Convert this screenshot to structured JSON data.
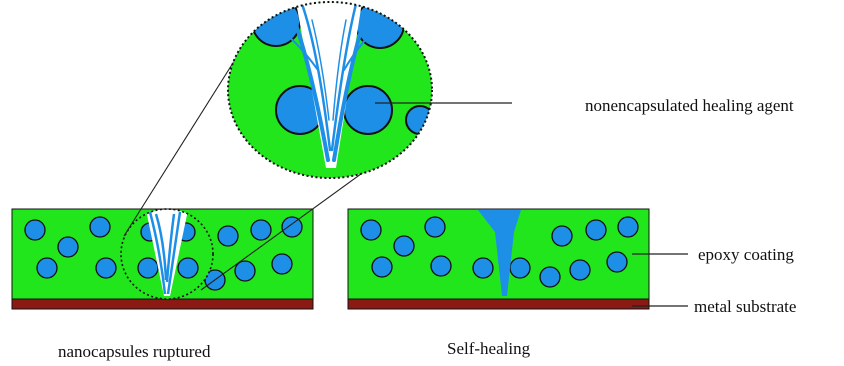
{
  "labels": {
    "healing_agent": "nonencapsulated healing agent",
    "epoxy": "epoxy coating",
    "metal": "metal substrate",
    "ruptured": "nanocapsules ruptured",
    "self_healing": "Self-healing"
  },
  "colors": {
    "coating": "#22e61c",
    "capsule": "#1e8fe6",
    "substrate": "#8b1a14",
    "agent_flow": "#1e8fe6",
    "outline": "#111111"
  }
}
